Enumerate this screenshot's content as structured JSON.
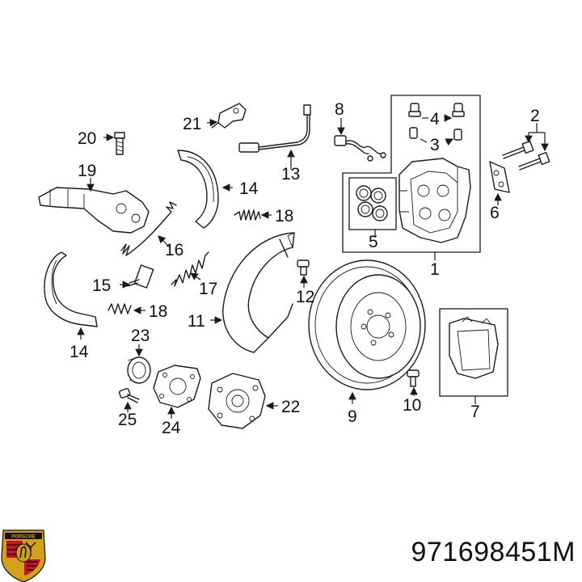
{
  "callouts": {
    "c1": "1",
    "c2": "2",
    "c3": "3",
    "c4": "4",
    "c5": "5",
    "c6": "6",
    "c7": "7",
    "c8": "8",
    "c9": "9",
    "c10": "10",
    "c11": "11",
    "c12": "12",
    "c13": "13",
    "c14a": "14",
    "c14b": "14",
    "c15": "15",
    "c16": "16",
    "c17": "17",
    "c18a": "18",
    "c18b": "18",
    "c19": "19",
    "c20": "20",
    "c21": "21",
    "c22": "22",
    "c23": "23",
    "c24": "24",
    "c25": "25"
  },
  "part_number": "971698451M",
  "logo": {
    "text": "PORSCHE",
    "colors": {
      "red": "#c8102e",
      "gold": "#d4a017",
      "black": "#111111"
    }
  }
}
